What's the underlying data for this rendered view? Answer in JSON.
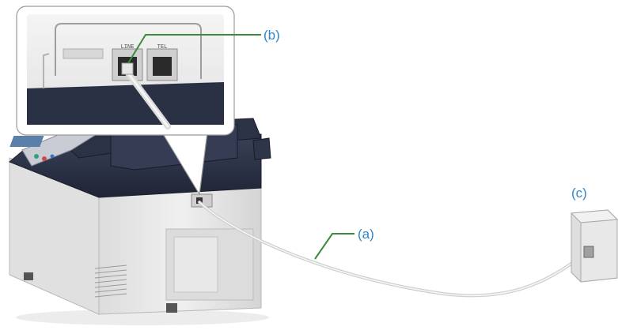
{
  "callouts": {
    "a": "(a)",
    "b": "(b)",
    "c": "(c)"
  },
  "inset": {
    "line_port_label": "LINE",
    "tel_port_label": "TEL"
  },
  "colors": {
    "callout_text": "#2f86c8",
    "leader_line": "#3c8a3c",
    "printer_body": "#e9e9e9",
    "printer_dark": "#2b3144",
    "cable": "#d9d9d9"
  }
}
